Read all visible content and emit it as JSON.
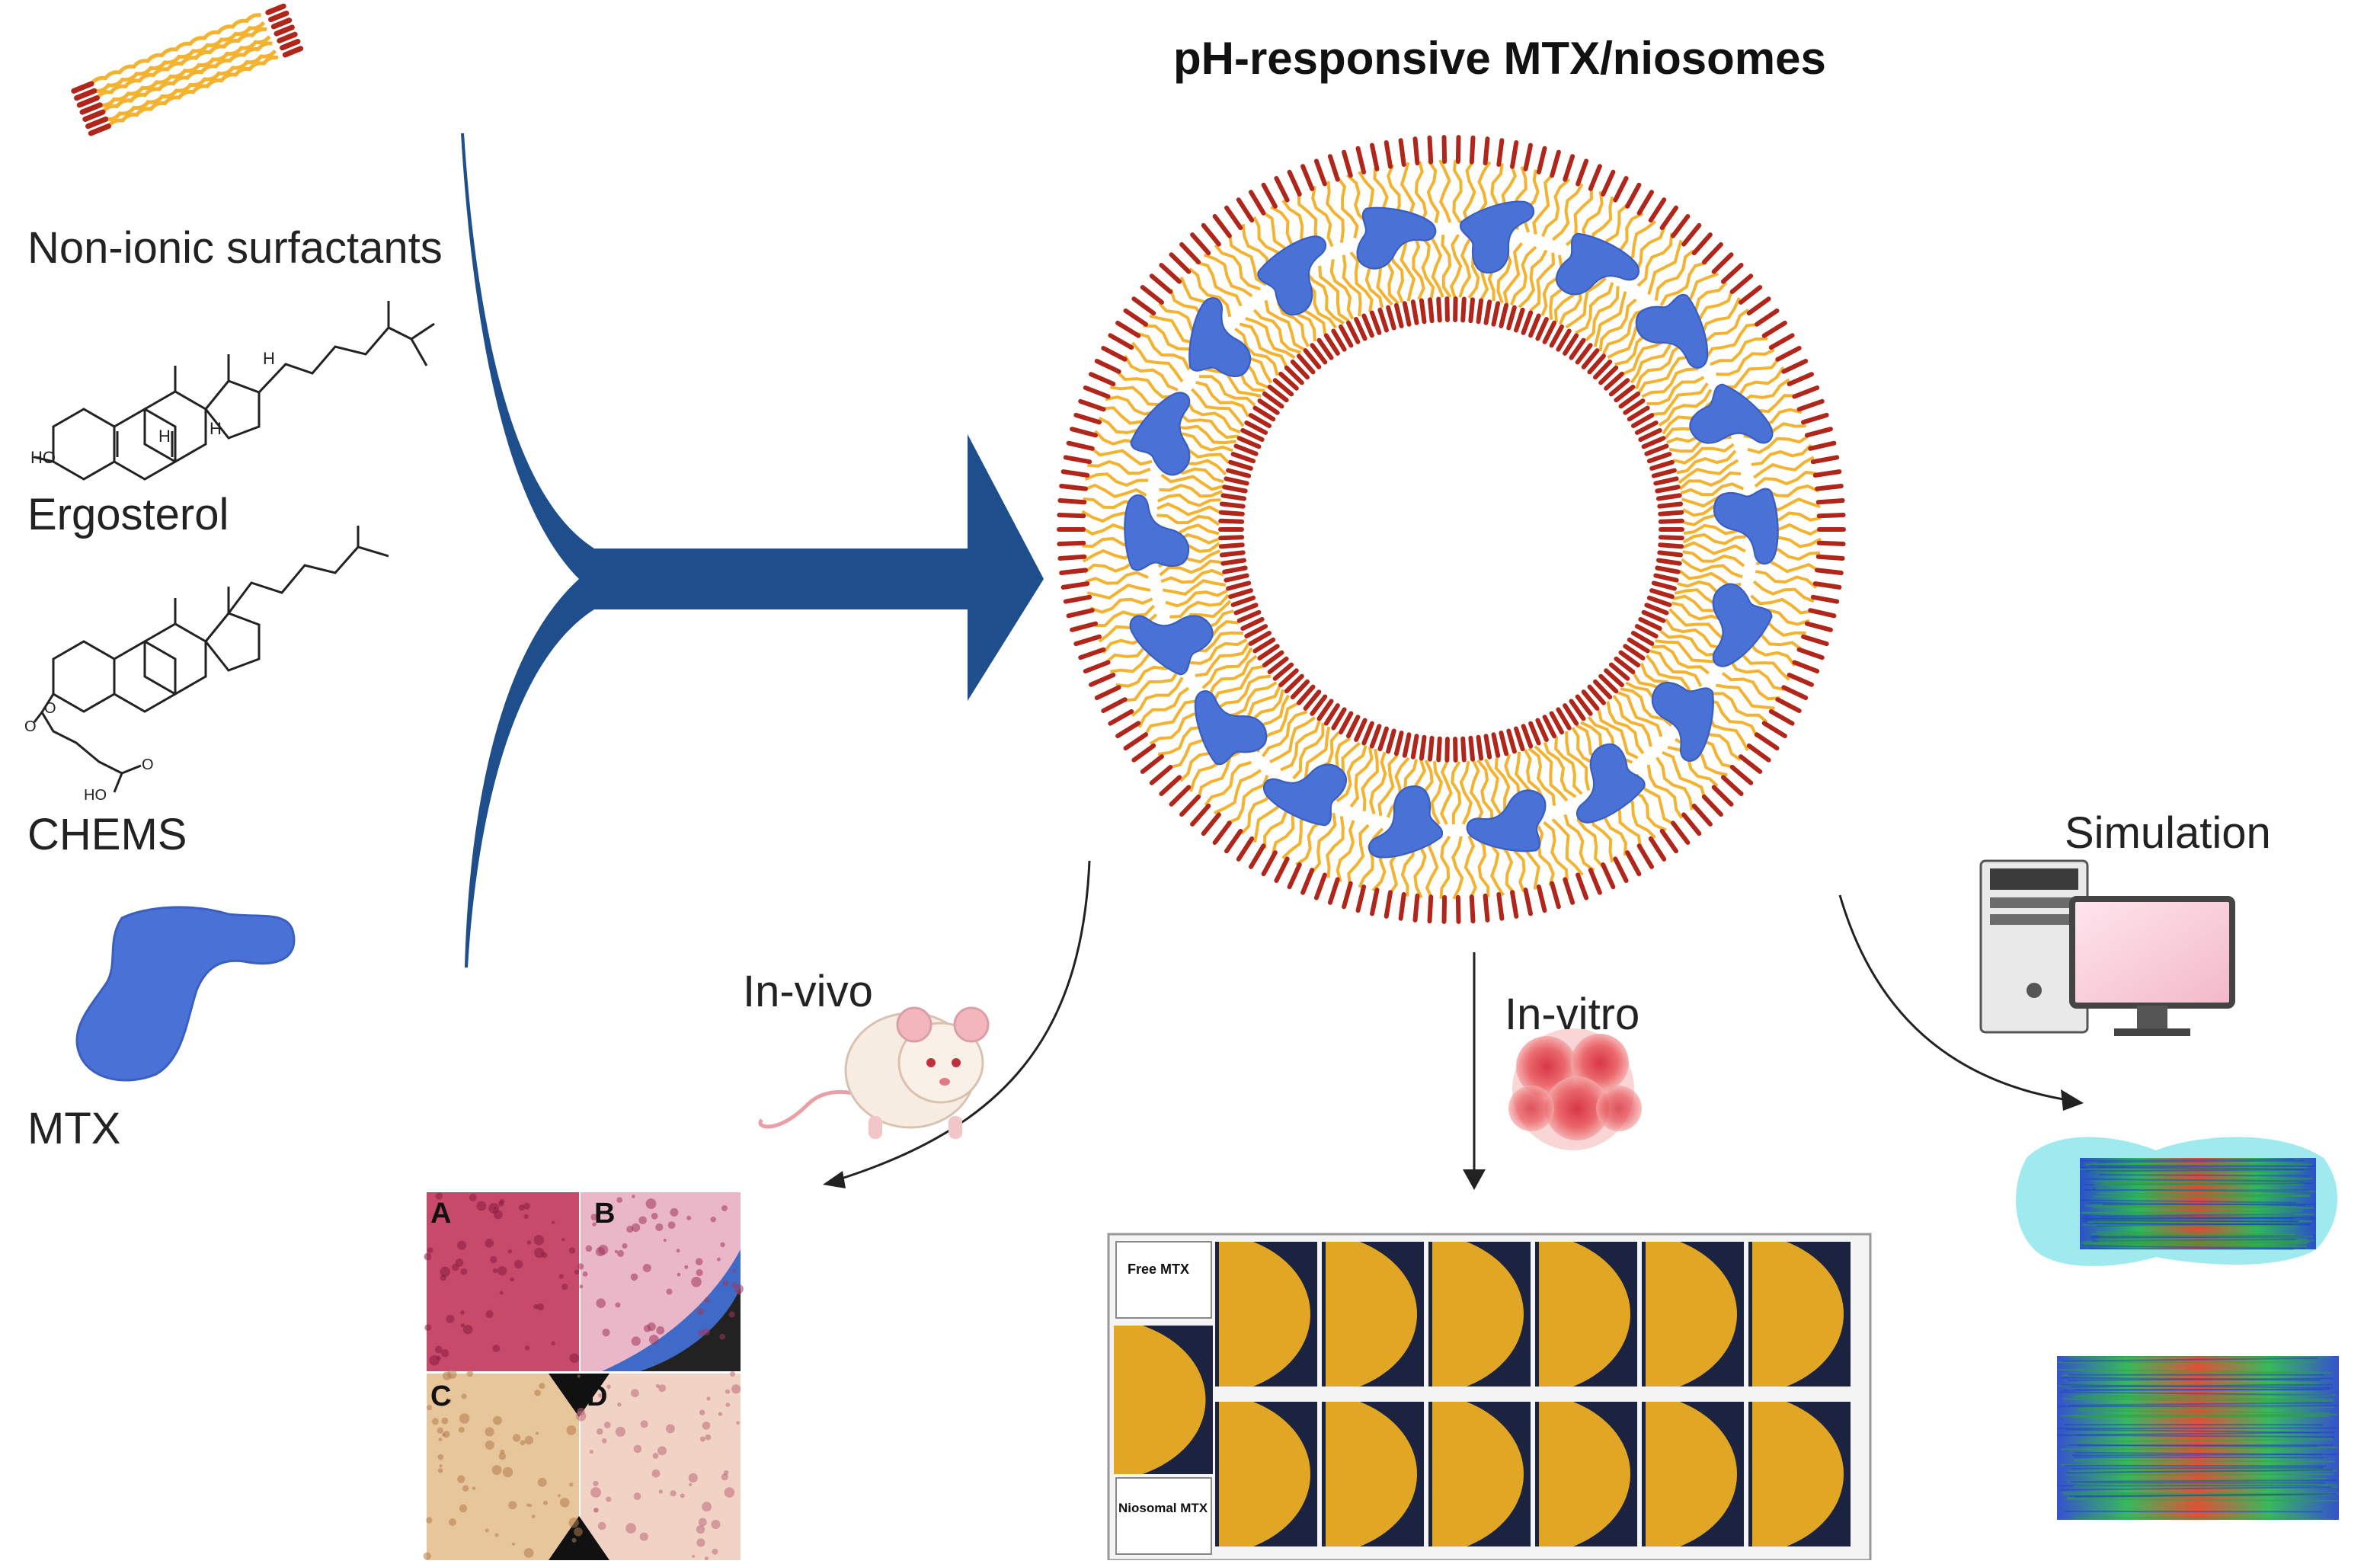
{
  "title": "pH-responsive MTX/niosomes",
  "components": [
    {
      "label": "Non-ionic surfactants",
      "icon": "surfactant-bilayer-icon"
    },
    {
      "label": "Ergosterol",
      "icon": "ergosterol-structure-icon"
    },
    {
      "label": "CHEMS",
      "icon": "chems-structure-icon"
    },
    {
      "label": "MTX",
      "icon": "mtx-molecule-icon"
    }
  ],
  "ergosterol_labels": {
    "ho": "HO",
    "h1": "H",
    "h2": "H",
    "h3": "H"
  },
  "chems_labels": {
    "o1": "O",
    "o2": "O",
    "o3": "O",
    "ho": "HO"
  },
  "branches": {
    "in_vivo": "In-vivo",
    "in_vitro": "In-vitro",
    "simulation": "Simulation"
  },
  "histology_panels": [
    "A",
    "B",
    "C",
    "D"
  ],
  "invitro_grid": {
    "row1_label": "Free\nMTX",
    "row2_label": "Niosomal\nMTX"
  },
  "colors": {
    "arrow_blue": "#1f4e8c",
    "drug_blue": "#4a72d6",
    "lipid_orange": "#f3b330",
    "lipid_head_red": "#b0261b",
    "plate_yellow": "#e0a624"
  }
}
